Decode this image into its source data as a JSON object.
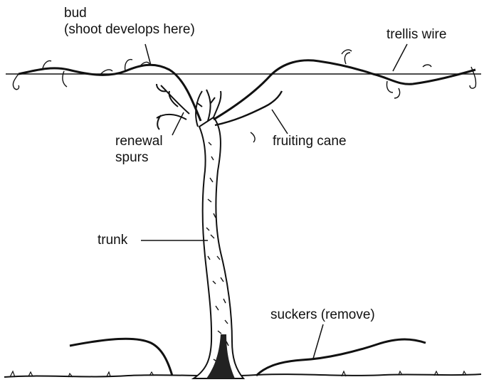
{
  "labels": {
    "bud": "bud",
    "bud_note": "(shoot develops here)",
    "trellis_wire": "trellis wire",
    "renewal": "renewal",
    "spurs": "spurs",
    "fruiting_cane": "fruiting cane",
    "trunk": "trunk",
    "suckers": "suckers (remove)"
  },
  "colors": {
    "ink": "#111111",
    "background": "#ffffff"
  }
}
